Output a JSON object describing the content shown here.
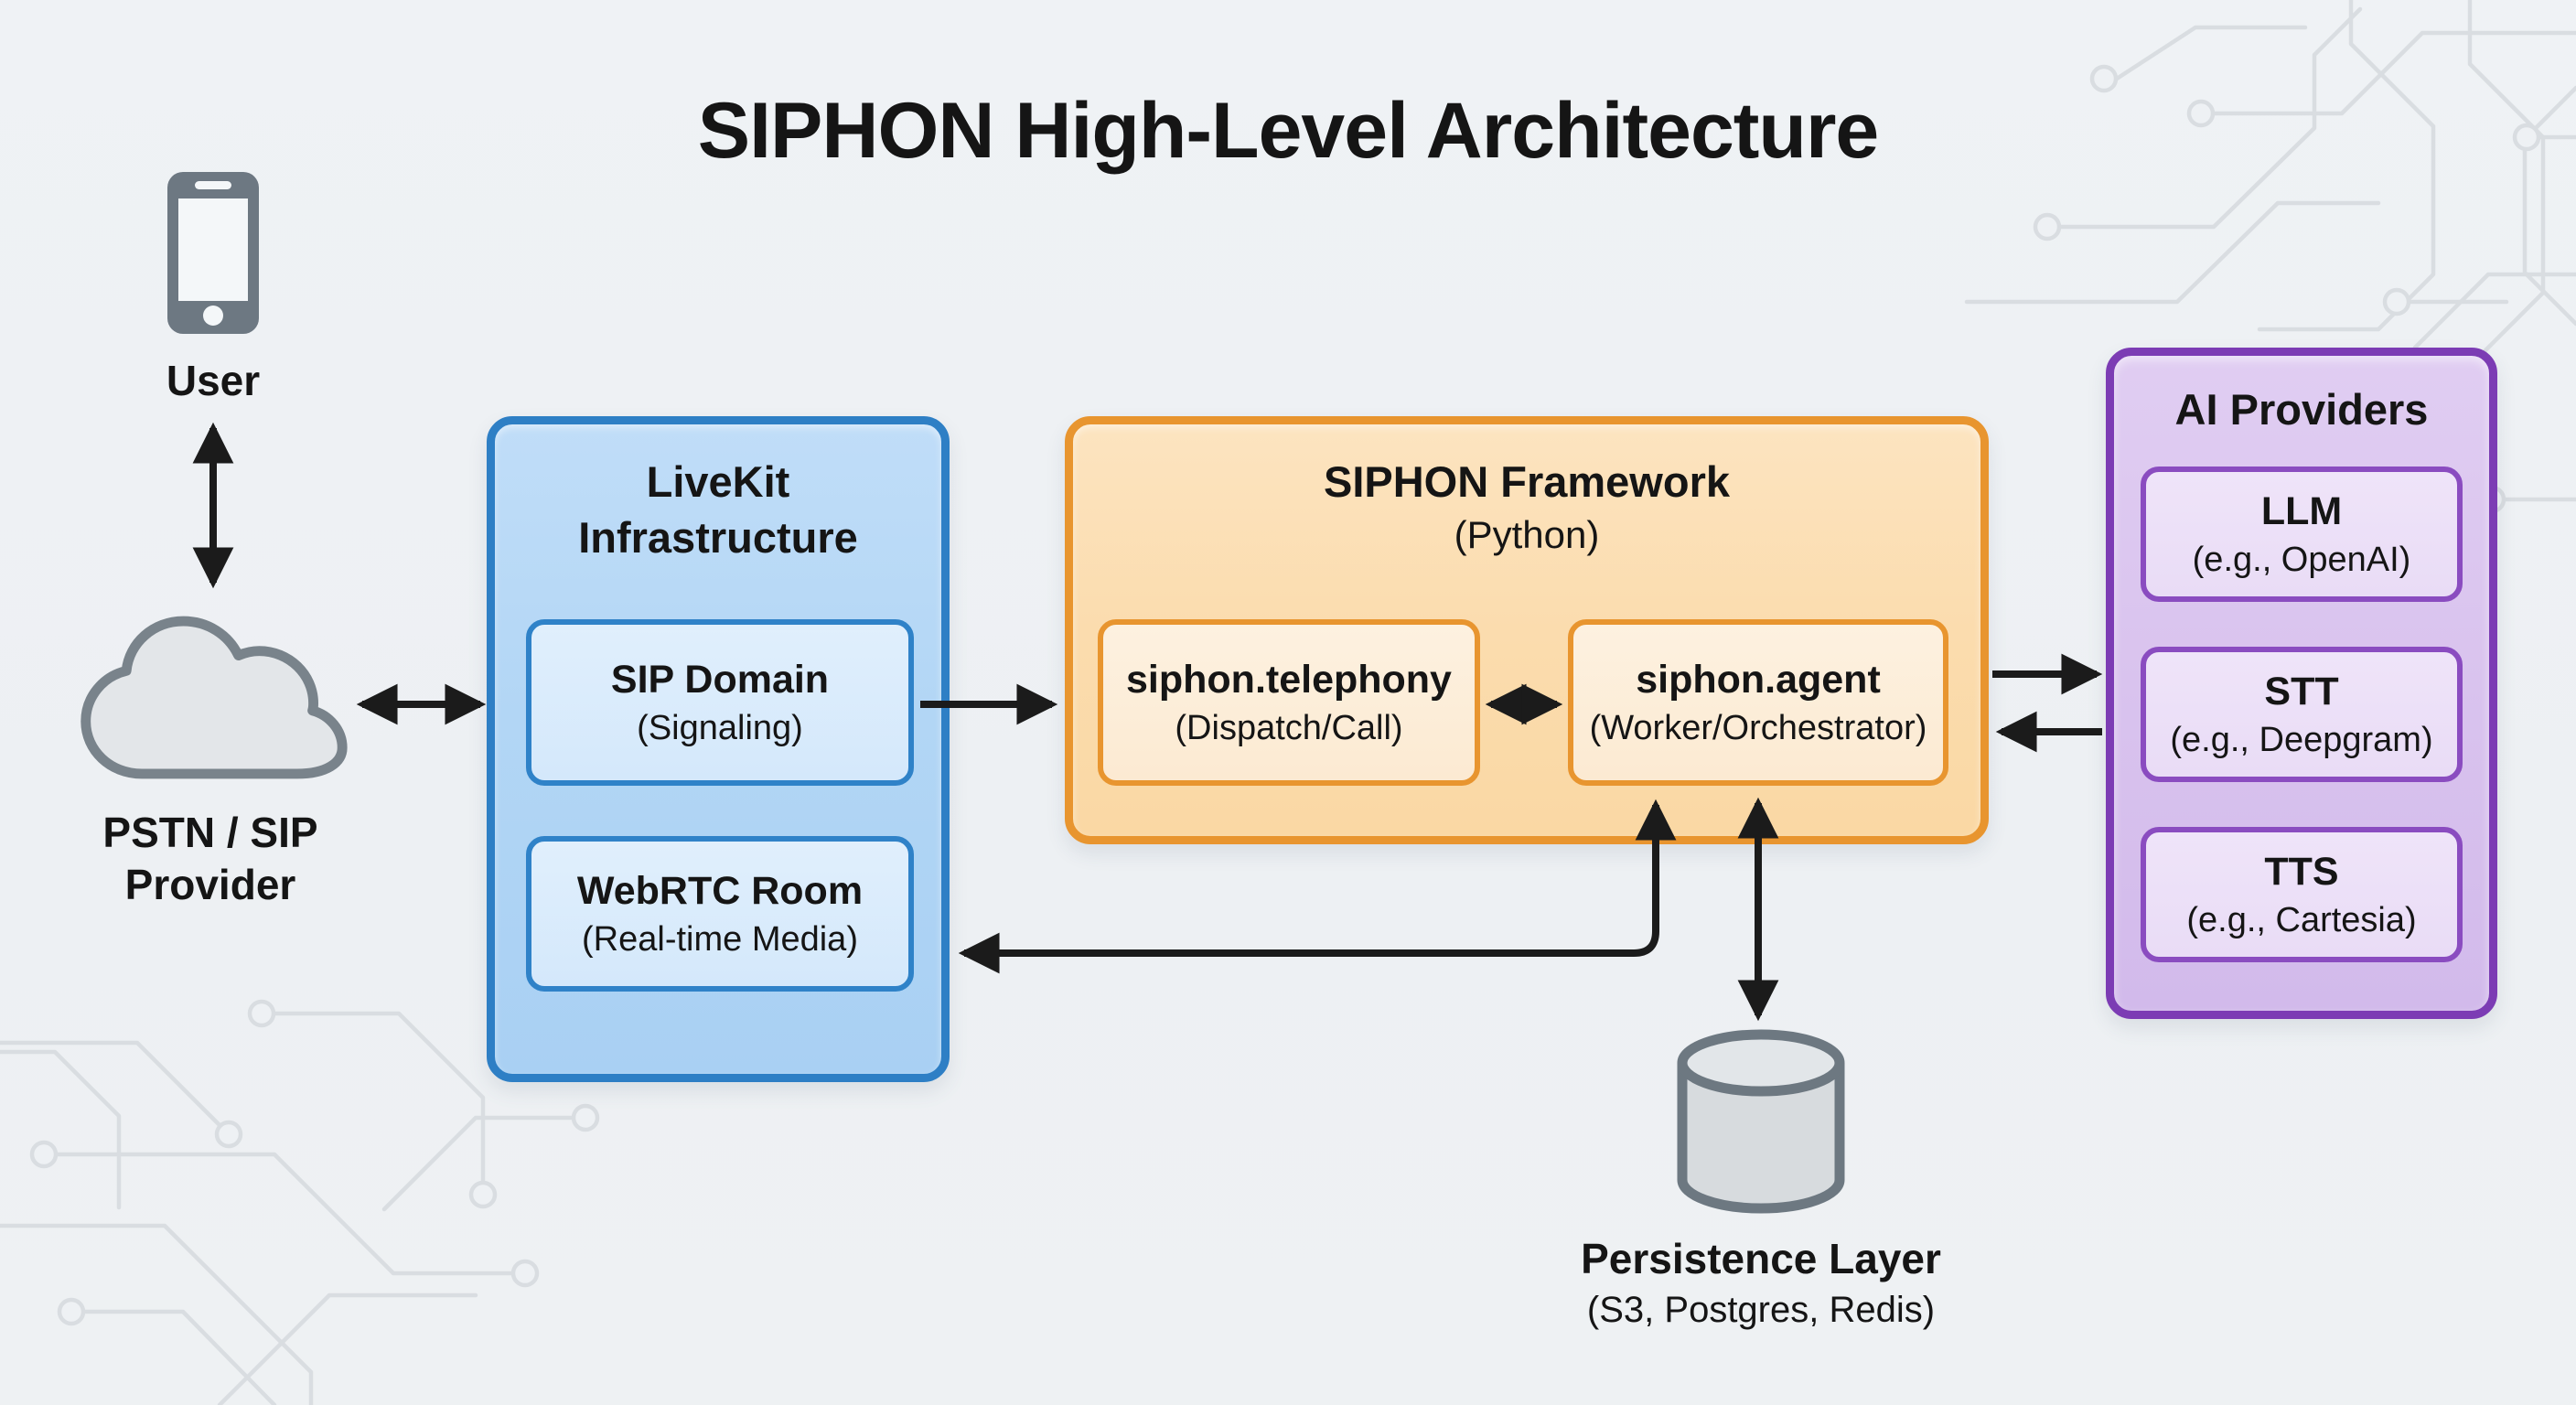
{
  "title": "SIPHON High-Level Architecture",
  "colors": {
    "background": "#eef1f4",
    "circuit_trace": "#d9dde1",
    "arrow": "#1b1b1b",
    "blue_border": "#2e7fc5",
    "blue_fill": "#b2d6f5",
    "blue_card_fill": "#d8ebfc",
    "orange_border": "#e8952f",
    "orange_fill": "#fbdcae",
    "orange_card_fill": "#fdeeda",
    "purple_border": "#7c3cb4",
    "purple_fill": "#d9c3ee",
    "purple_card_fill": "#ecdff8",
    "node_gray": "#6d7882"
  },
  "nodes": {
    "user": {
      "icon": "smartphone-icon",
      "label": "User"
    },
    "pstn": {
      "icon": "cloud-icon",
      "label_line1": "PSTN / SIP",
      "label_line2": "Provider"
    },
    "persistence": {
      "icon": "database-cylinder-icon",
      "label": "Persistence Layer",
      "sublabel": "(S3, Postgres, Redis)"
    }
  },
  "groups": {
    "livekit": {
      "title_line1": "LiveKit",
      "title_line2": "Infrastructure",
      "children": [
        {
          "title": "SIP Domain",
          "subtitle": "(Signaling)"
        },
        {
          "title": "WebRTC Room",
          "subtitle": "(Real-time Media)"
        }
      ]
    },
    "siphon": {
      "title": "SIPHON Framework",
      "subtitle": "(Python)",
      "children": [
        {
          "title": "siphon.telephony",
          "subtitle": "(Dispatch/Call)"
        },
        {
          "title": "siphon.agent",
          "subtitle": "(Worker/Orchestrator)"
        }
      ]
    },
    "ai": {
      "title": "AI Providers",
      "children": [
        {
          "title": "LLM",
          "subtitle": "(e.g., OpenAI)"
        },
        {
          "title": "STT",
          "subtitle": "(e.g., Deepgram)"
        },
        {
          "title": "TTS",
          "subtitle": "(e.g., Cartesia)"
        }
      ]
    }
  },
  "edges": [
    {
      "from": "User",
      "to": "PSTN / SIP Provider",
      "direction": "bidirectional"
    },
    {
      "from": "PSTN / SIP Provider",
      "to": "LiveKit Infrastructure",
      "direction": "bidirectional"
    },
    {
      "from": "SIP Domain",
      "to": "siphon.telephony",
      "direction": "forward"
    },
    {
      "from": "siphon.telephony",
      "to": "siphon.agent",
      "direction": "bidirectional"
    },
    {
      "from": "siphon.agent",
      "to": "AI Providers",
      "direction": "forward"
    },
    {
      "from": "AI Providers",
      "to": "siphon.agent",
      "direction": "forward"
    },
    {
      "from": "siphon.agent",
      "to": "WebRTC Room",
      "direction": "bidirectional"
    },
    {
      "from": "siphon.agent",
      "to": "Persistence Layer",
      "direction": "bidirectional"
    }
  ]
}
